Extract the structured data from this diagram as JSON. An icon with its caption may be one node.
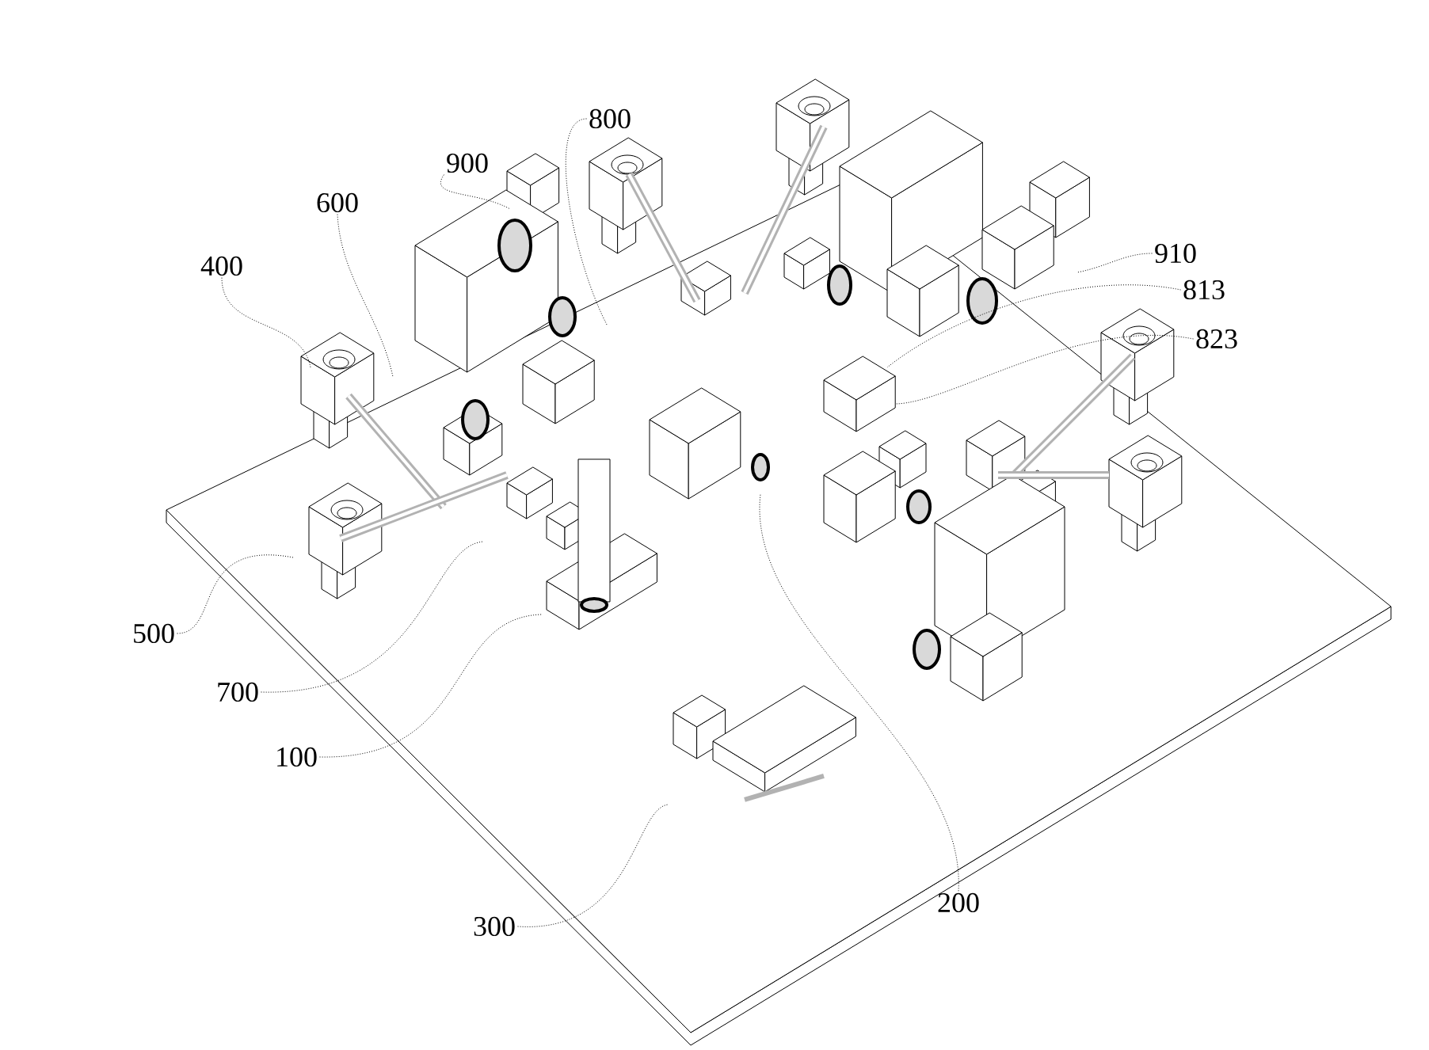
{
  "diagram": {
    "nodes": [
      {
        "text": [
          "900"
        ]
      },
      {
        "text": [
          "800"
        ]
      },
      {
        "text": [
          "600"
        ]
      },
      {
        "text": [
          "400"
        ]
      },
      {
        "text": [
          "500"
        ]
      },
      {
        "text": [
          "700"
        ]
      },
      {
        "text": [
          "100"
        ]
      },
      {
        "text": [
          "300"
        ]
      },
      {
        "text": [
          "200"
        ]
      },
      {
        "text": [
          "910"
        ]
      },
      {
        "text": [
          "813"
        ]
      },
      {
        "text": [
          "823"
        ]
      }
    ],
    "edges": [
      {
        "from": 0,
        "to": null,
        "arrow": "none"
      },
      {
        "from": 1,
        "to": null,
        "arrow": "none"
      },
      {
        "from": 2,
        "to": null,
        "arrow": "none"
      },
      {
        "from": 3,
        "to": null,
        "arrow": "none"
      },
      {
        "from": 4,
        "to": null,
        "arrow": "none"
      },
      {
        "from": 5,
        "to": null,
        "arrow": "none"
      },
      {
        "from": 6,
        "to": null,
        "arrow": "none"
      },
      {
        "from": 7,
        "to": null,
        "arrow": "none"
      },
      {
        "from": 8,
        "to": null,
        "arrow": "none"
      },
      {
        "from": 9,
        "to": null,
        "arrow": "none"
      },
      {
        "from": 10,
        "to": null,
        "arrow": "none"
      },
      {
        "from": 11,
        "to": null,
        "arrow": "none"
      }
    ]
  }
}
